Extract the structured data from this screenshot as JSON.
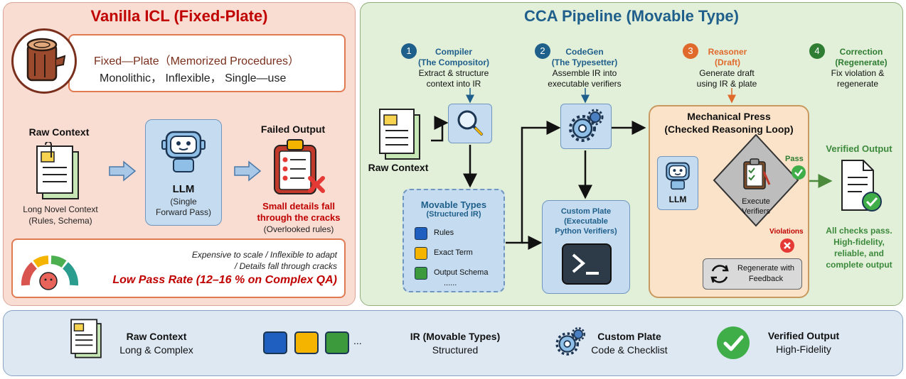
{
  "left": {
    "title": "Vanilla ICL (Fixed-Plate)",
    "fixed_title": "Fixed—Plate（Memorized Procedures）",
    "fixed_sub": "Monolithic， Inflexible， Single—use",
    "raw_title": "Raw Context",
    "raw_sub1": "Long Novel Context",
    "raw_sub2": "(Rules, Schema)",
    "llm_title": "LLM",
    "llm_sub1": "(Single",
    "llm_sub2": "Forward Pass)",
    "fail_title": "Failed Output",
    "fail_red1": "Small details fall",
    "fail_red2": "through the cracks",
    "fail_sub": "(Overlooked rules)",
    "note1": "Expensive to scale / Inflexible to adapt",
    "note2": "/ Details fall through cracks",
    "pass_rate": "Low Pass Rate (12–16 % on Complex QA)"
  },
  "right": {
    "title": "CCA Pipeline (Movable Type)",
    "steps": [
      {
        "num": "1",
        "name": "Compiler",
        "role": "(The Compositor)",
        "desc1": "Extract & structure",
        "desc2": "context into IR"
      },
      {
        "num": "2",
        "name": "CodeGen",
        "role": "(The Typesetter)",
        "desc1": "Assemble IR into",
        "desc2": "executable verifiers"
      },
      {
        "num": "3",
        "name": "Reasoner",
        "role": "(Draft)",
        "desc1": "Generate draft",
        "desc2": "using IR & plate"
      },
      {
        "num": "4",
        "name": "Correction",
        "role": "(Regenerate)",
        "desc1": "Fix violation &",
        "desc2": "regenerate"
      }
    ],
    "raw_context": "Raw Context",
    "movable_title": "Movable Types",
    "movable_sub": "(Structured IR)",
    "movable_items": [
      "Rules",
      "Exact Term",
      "Output Schema"
    ],
    "movable_more": "......",
    "plate_title": "Custom Plate",
    "plate_sub1": "(Executable",
    "plate_sub2": "Python Verifiers)",
    "press_title1": "Mechanical Press",
    "press_title2": "(Checked Reasoning Loop)",
    "llm": "LLM",
    "exec1": "Execute",
    "exec2": "Verifiers",
    "pass": "Pass",
    "violations": "Violations",
    "regen1": "Regenerate with",
    "regen2": "Feedback",
    "verified_title": "Verified Output",
    "verified1": "All checks pass.",
    "verified2": "High-fidelity,",
    "verified3": "reliable, and",
    "verified4": "complete output"
  },
  "bottom": {
    "raw_title": "Raw Context",
    "raw_sub": "Long & Complex",
    "dots": "...",
    "ir_title": "IR (Movable Types)",
    "ir_sub": "Structured",
    "plate_title": "Custom Plate",
    "plate_sub": "Code & Checklist",
    "out_title": "Verified Output",
    "out_sub": "High-Fidelity"
  },
  "colors": {
    "left_bg": "#f9dcd2",
    "right_bg": "#e2efd9",
    "bottom_bg": "#dde8f3",
    "red_title": "#c00000",
    "blue_title": "#1f5f8b",
    "orange": "#e06a2c",
    "green": "#2e7d32"
  }
}
